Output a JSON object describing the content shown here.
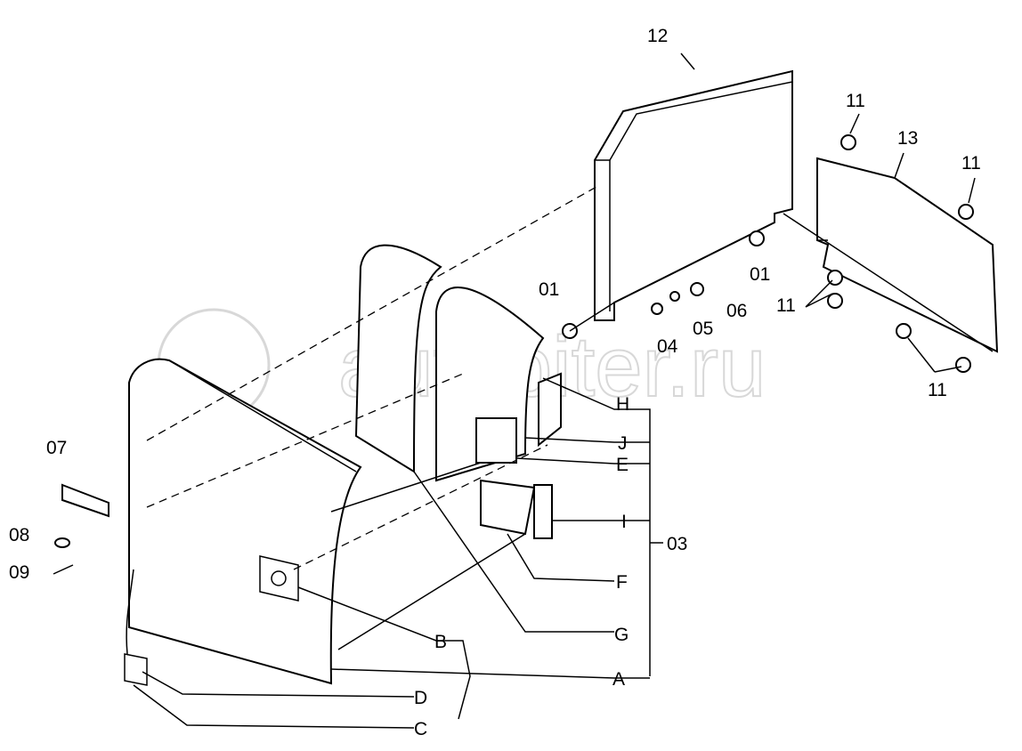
{
  "watermark": "autopiter.ru",
  "labels": {
    "p12": "12",
    "p13": "13",
    "p11a": "11",
    "p11b": "11",
    "p11c": "11",
    "p11d": "11",
    "p01a": "01",
    "p01b": "01",
    "p04": "04",
    "p05": "05",
    "p06": "06",
    "p03": "03",
    "p07": "07",
    "p08": "08",
    "p09": "09",
    "H": "H",
    "J": "J",
    "E": "E",
    "I": "I",
    "F": "F",
    "G": "G",
    "A": "A",
    "B": "B",
    "D": "D",
    "C": "C"
  }
}
